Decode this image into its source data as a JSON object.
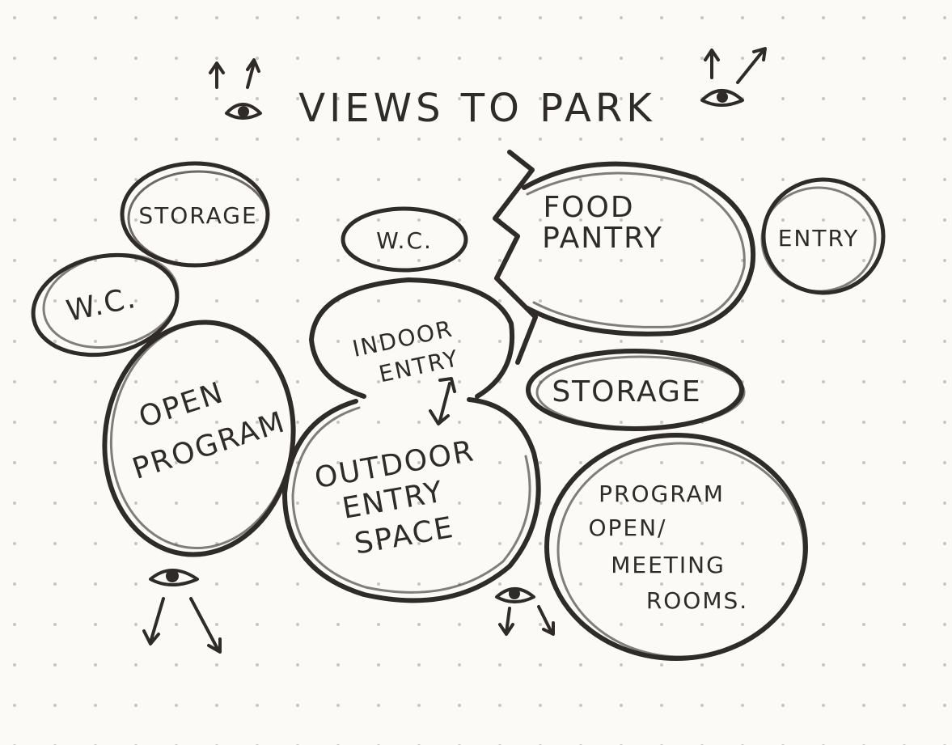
{
  "title": "VIEWS TO PARK",
  "spaces": {
    "storage_top": "STORAGE",
    "wc_left": "W.C.",
    "wc_center": "W.C.",
    "food_pantry": [
      "FOOD",
      "PANTRY"
    ],
    "entry": "ENTRY",
    "indoor_entry": [
      "INDOOR",
      "ENTRY"
    ],
    "storage_right": "STORAGE",
    "open_program": [
      "OPEN",
      "PROGRAM"
    ],
    "outdoor_entry": [
      "OUTDOOR",
      "ENTRY",
      "SPACE"
    ],
    "program_meeting": [
      "PROGRAM",
      "OPEN/",
      "MEETING",
      "ROOMS."
    ]
  },
  "icons": [
    "eye-icon",
    "arrow-icon",
    "double-arrow-icon"
  ],
  "colors": {
    "ink": "#2f2b28",
    "paper": "#fbfaf7",
    "dot": "#c9c6c0"
  }
}
